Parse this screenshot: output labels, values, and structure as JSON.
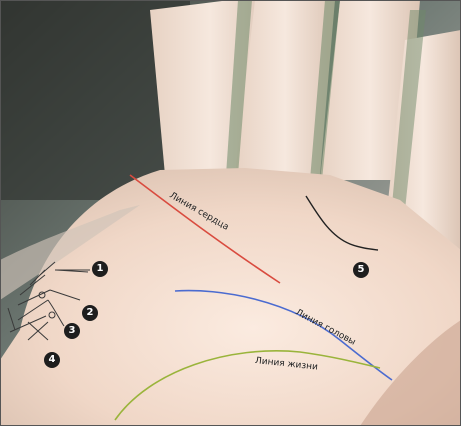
{
  "image": {
    "lines": {
      "heart": "Линия сердца",
      "head": "Линия головы",
      "life": "Линия жизни"
    },
    "markers": [
      "1",
      "2",
      "3",
      "4",
      "5"
    ],
    "colors": {
      "heart_line": "#d94b3f",
      "head_line": "#4b6bd0",
      "life_line": "#9ab43b",
      "palm": "#f3dccb",
      "shadow": "#2c2f2b"
    }
  }
}
